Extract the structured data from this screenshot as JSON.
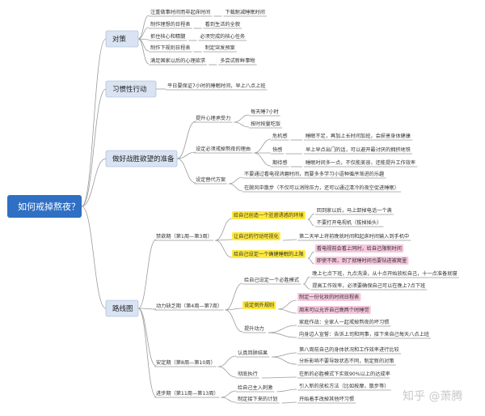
{
  "root": {
    "label": "如何戒掉熬夜？"
  },
  "colors": {
    "root": "#2f6fc4",
    "branch_bg": "#d9e3f2",
    "branch_border": "#9fb3d6",
    "line": "#9a9a9a",
    "yellow": "#ffe93b",
    "pink": "#f6c7dd",
    "watermark": "#c9c9c9"
  },
  "branches": [
    {
      "id": "duice",
      "label": "对策",
      "items": [
        {
          "a": "注重做事时间而非起床时间",
          "b": "下载耐减睡眠时间"
        },
        {
          "a": "制作理想的日程表",
          "b": "看到生活的全貌"
        },
        {
          "a": "抓住核心和精髓",
          "b": "必须完成的核心任务"
        },
        {
          "a": "制作下规则日程表",
          "b": "制定突发预案"
        },
        {
          "a": "满足国家以后的心理欲求",
          "b": "多尝试新鲜事物"
        }
      ]
    },
    {
      "id": "xiguan",
      "label": "习惯性行动",
      "items": [
        {
          "a": "平日要保证7小时的睡眠时间，早上八点上班"
        }
      ]
    },
    {
      "id": "zhunbei",
      "label": "做好战胜欲望的准备",
      "groups": [
        {
          "label": "提升心理承受力",
          "items": [
            "每天睡7小时",
            "按时按量吃饭"
          ]
        },
        {
          "label": "设定必须戒掉熬夜的理由",
          "items": [
            {
              "a": "危机感",
              "b": "睡眠不足，再加上长时间加班，会损害身体健康"
            },
            {
              "a": "快感",
              "b": "早上早点出门的话，可以避开最讨厌的拥挤地铁"
            },
            {
              "a": "期待感",
              "b": "睡眠时间多一点，不仅能美容，还能提升工作效率"
            }
          ]
        },
        {
          "label": "设定替代方案",
          "items": [
            "不要通过看电视消磨时间，而要多多学习小语种循序渐进的乐趣",
            "在腕风中散步（不仅可以消除压力，还可以通过清冷的夜空促进睡眠）"
          ]
        }
      ]
    },
    {
      "id": "luxian",
      "label": "路线图",
      "phases": [
        {
          "label": "禁欲期（第1周—第3周）",
          "items": [
            {
              "text": "给自己创造一个驻惑诱惑的环境",
              "hl": "yellow",
              "subs": [
                {
                  "text": "回到家以后，马上卸掉电话一个满",
                  "hl": ""
                },
                {
                  "text": "不要打开电视机（拔掉插头）",
                  "hl": ""
                }
              ]
            },
            {
              "text": "让自己的行动可视化",
              "hl": "yellow",
              "subs": [
                {
                  "text": "第二天早上将前晚就时间和起床时间输入到手机中",
                  "hl": ""
                }
              ]
            },
            {
              "text": "给自己设定一个确健睡眠的上限",
              "hl": "yellow",
              "subs": [
                {
                  "text": "看电视前会看上同时，给自己限制时间",
                  "hl": "pink"
                },
                {
                  "text": "即使不困，到了就睡时间也要钻进被窝里",
                  "hl": "pink"
                }
              ]
            }
          ]
        },
        {
          "label": "动力缺乏期（第4周—第7周）",
          "items": [
            {
              "text": "给自己设定一个必胜模式",
              "hl": "",
              "subs": [
                {
                  "text": "晚上七点下班，九点洗澡，从十点开始放松自己，十一点准备就寝",
                  "hl": ""
                },
                {
                  "text": "提高工作效率，必须要确保自己可以在晚上7点下班",
                  "hl": ""
                }
              ]
            },
            {
              "text": "设定例外规则",
              "hl": "yellow",
              "subs": [
                {
                  "text": "制定一份化妆的时间日程表",
                  "hl": "pink"
                },
                {
                  "text": "周末可以允许自己晚两个时睡觉",
                  "hl": "pink"
                }
              ]
            },
            {
              "text": "提升动力",
              "hl": "",
              "subs": [
                {
                  "text": "家庭作战：全家人一起戒掉熬夜的坏习惯",
                  "hl": ""
                },
                {
                  "text": "向身边人宣誓：告诉上司和同事，接下来自己每天八点上班",
                  "hl": ""
                }
              ]
            }
          ]
        },
        {
          "label": "安定期（第8周—第10周）",
          "items": [
            {
              "text": "认真回顾结果",
              "hl": "",
              "subs": [
                {
                  "text": "第八周前自己的身体状况和工作效率进行比较",
                  "hl": ""
                },
                {
                  "text": "分析影响不要导致状态不同，制定新的对策",
                  "hl": ""
                }
              ]
            },
            {
              "text": "彻底执行",
              "hl": "",
              "subs": [
                {
                  "text": "在新的必胜模式下实现90%以上的达成率",
                  "hl": ""
                }
              ]
            }
          ]
        },
        {
          "label": "进步期（第11周—第13周）",
          "items": [
            {
              "text": "给自己主入刺激",
              "hl": "",
              "subs": [
                {
                  "text": "引入新的放松方法（比如按摩，散步等）",
                  "hl": ""
                }
              ]
            },
            {
              "text": "制定接下来的计划",
              "hl": "",
              "subs": [
                {
                  "text": "开始着手改掉其他坏习惯",
                  "hl": ""
                }
              ]
            }
          ]
        }
      ]
    }
  ],
  "watermark": "知乎 @萧腾"
}
